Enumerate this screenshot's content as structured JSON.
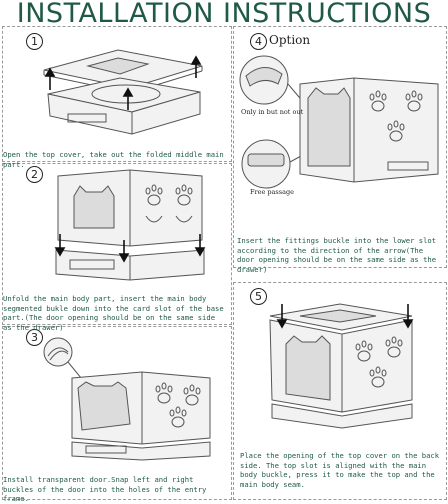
{
  "title": "INSTALLATION INSTRUCTIONS",
  "steps": [
    {
      "number": "1",
      "caption": "Open the top cover, take out the folded middle main part."
    },
    {
      "number": "2",
      "caption": "Unfold the main body part, insert the main body segmented bukle down into the card slot of the base part.(The door opening should be on the same side as the drawer)"
    },
    {
      "number": "3",
      "caption": "Install transparent door.Snap left and right buckles of the door into the holes of the entry frame."
    },
    {
      "number": "4",
      "option": "Option",
      "caption": "Insert the fittings buckle into the lower slot according to the direction of the arrow(The door opening should be on the same side as the drawer)",
      "label_top": "Only in but not out",
      "label_bottom": "Free passage"
    },
    {
      "number": "5",
      "caption": "Place the opening of the top cover on the back side. The top slot is aligned with the main body buckle, press it to make the top and the main body seam."
    }
  ]
}
